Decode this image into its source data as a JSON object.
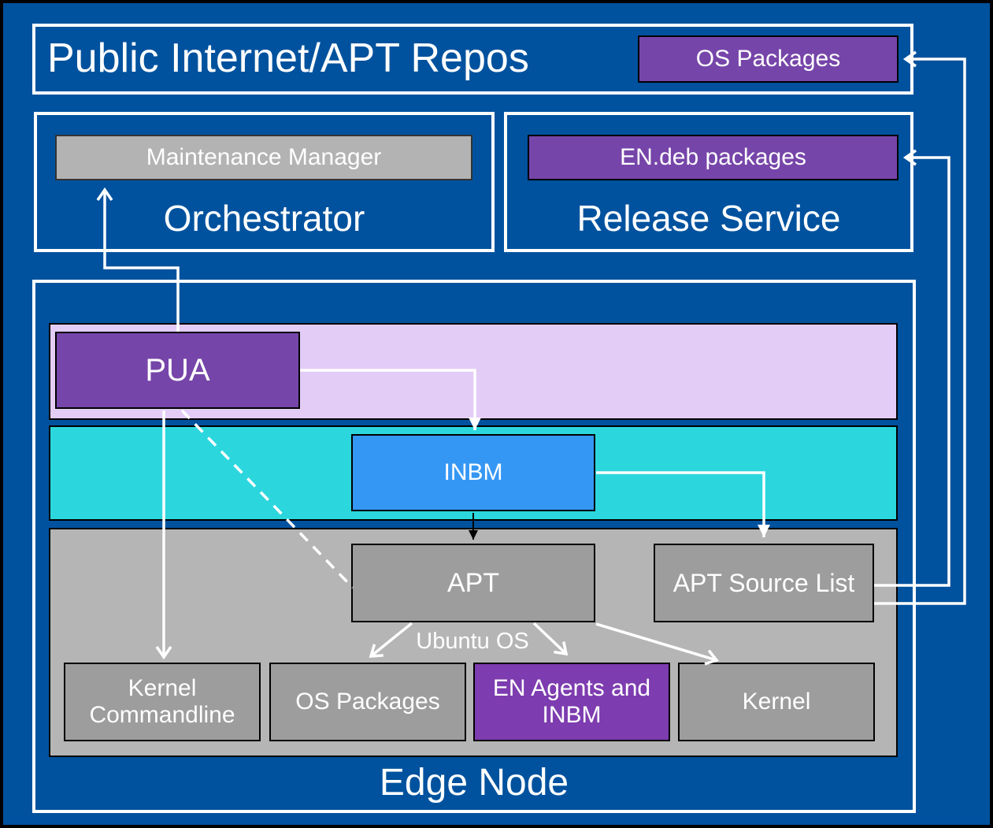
{
  "diagram": {
    "public_internet": {
      "title": "Public Internet/APT Repos",
      "os_packages_label": "OS Packages"
    },
    "orchestrator": {
      "title": "Orchestrator",
      "maintenance_manager_label": "Maintenance Manager"
    },
    "release_service": {
      "title": "Release Service",
      "en_deb_label": "EN.deb packages"
    },
    "edge_node": {
      "title": "Edge Node",
      "pua_label": "PUA",
      "inbm_label": "INBM",
      "apt_label": "APT",
      "apt_source_list_label": "APT Source List",
      "ubuntu_os_label": "Ubuntu OS",
      "kernel_commandline_label": "Kernel Commandline",
      "os_packages_label": "OS Packages",
      "en_agents_label": "EN Agents and INBM",
      "kernel_label": "Kernel"
    },
    "colors": {
      "background_blue": "#00529e",
      "box_border_white": "#ffffff",
      "purple": "#7645a9",
      "purple_bright": "#7d3caf",
      "lavender_band": "#e3ccf6",
      "cyan_band": "#2bd7dd",
      "inbm_blue": "#3597f4",
      "gray_band": "#b5b5b5",
      "gray_box": "#9d9d9d",
      "maintenance_gray": "#b3b3b3",
      "arrow_white": "#ffffff",
      "arrow_black": "#000000"
    }
  }
}
